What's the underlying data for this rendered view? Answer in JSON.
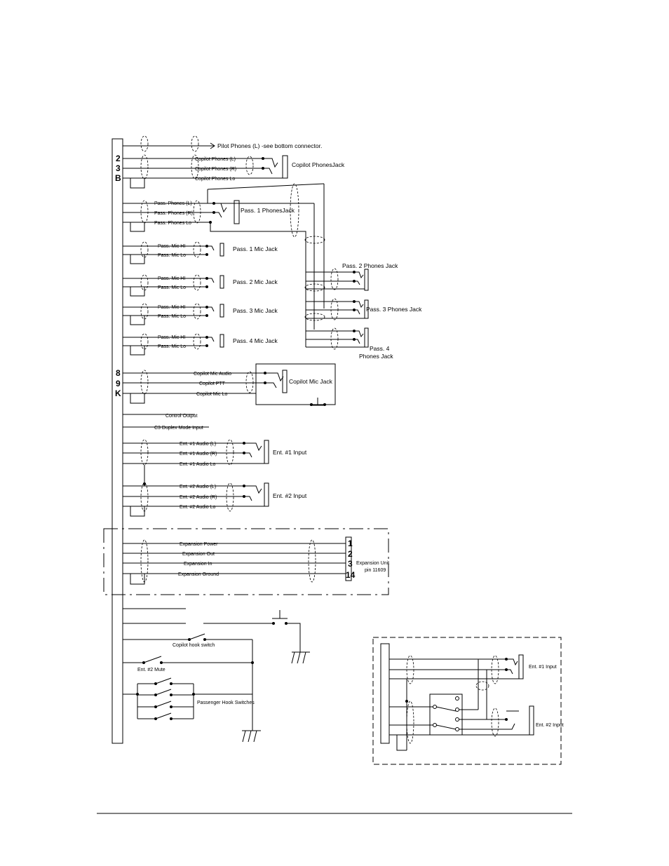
{
  "pins": {
    "p2": "2",
    "p3": "3",
    "pB": "B",
    "p8": "8",
    "p9": "9",
    "pK": "K",
    "e1": "1",
    "e2": "2",
    "e3": "3",
    "e14": "14"
  },
  "labels": {
    "pilot_phones": "Pilot Phones (L) -see bottom connector.",
    "copilot_phones_l": "Copilot Phones (L)",
    "copilot_phones_r": "Copilot Phones (R)",
    "copilot_phones_lo": "Copilot Phones Lo",
    "copilot_phones_jack": "Copilot PhonesJack",
    "pass_phones_l": "Pass. Phones (L)",
    "pass_phones_r": "Pass. Phones (R)",
    "pass_phones_lo": "Pass. Phones Lo",
    "pass1_phones_jack": "Pass. 1 PhonesJack",
    "pass_mic_hi": "Pass. Mic HI",
    "pass_mic_lo": "Pass. Mic Lo",
    "pass1_mic_jack": "Pass. 1 Mic Jack",
    "pass2_mic_jack": "Pass. 2 Mic Jack",
    "pass3_mic_jack": "Pass. 3  Mic Jack",
    "pass4_mic_jack": "Pass. 4  Mic Jack",
    "pass2_phones_jack": "Pass. 2 Phones Jack",
    "pass3_phones_jack": "Pass. 3  Phones Jack",
    "pass4_phones_jack_a": "Pass. 4",
    "pass4_phones_jack_b": "Phones Jack",
    "copilot_mic_audio": "Copilot Mic Audio",
    "copilot_ptt": "Copilot PTT",
    "copilot_mic_lo": "Copilot Mic Lo",
    "copilot_mic_jack": "Copilot Mic Jack",
    "control_output": "Control Output",
    "c3_duplex": "C3 Duplex Mode Input",
    "ent1_audio_l": "Ent. #1 Audio (L)",
    "ent1_audio_r": "Ent. #1 Audio (R)",
    "ent1_audio_lo": "Ent. #1  Audio Lo",
    "ent1_input": "Ent. #1  Input",
    "ent2_audio_l": "Ent. #2 Audio (L)",
    "ent2_audio_r": "Ent. #2  Audio (R)",
    "ent2_audio_lo": "Ent. #2  Audio Lo",
    "ent2_input": "Ent. #2  Input",
    "expansion_power": "Expansion Power",
    "expansion_out": "Expansion Out",
    "expansion_in": "Expansion In",
    "expansion_ground": "Expansion Ground",
    "expansion_unit": "Expansion Unit",
    "expansion_pin": "pin 11609",
    "copilot_hook": "Copilot hook switch",
    "ent2_mute": "Ent. #2 Mute",
    "passenger_hook": "Passenger Hook Switches",
    "inset_ent1": "Ent. #1  Input",
    "inset_ent2": "Ent. #2  Input"
  }
}
